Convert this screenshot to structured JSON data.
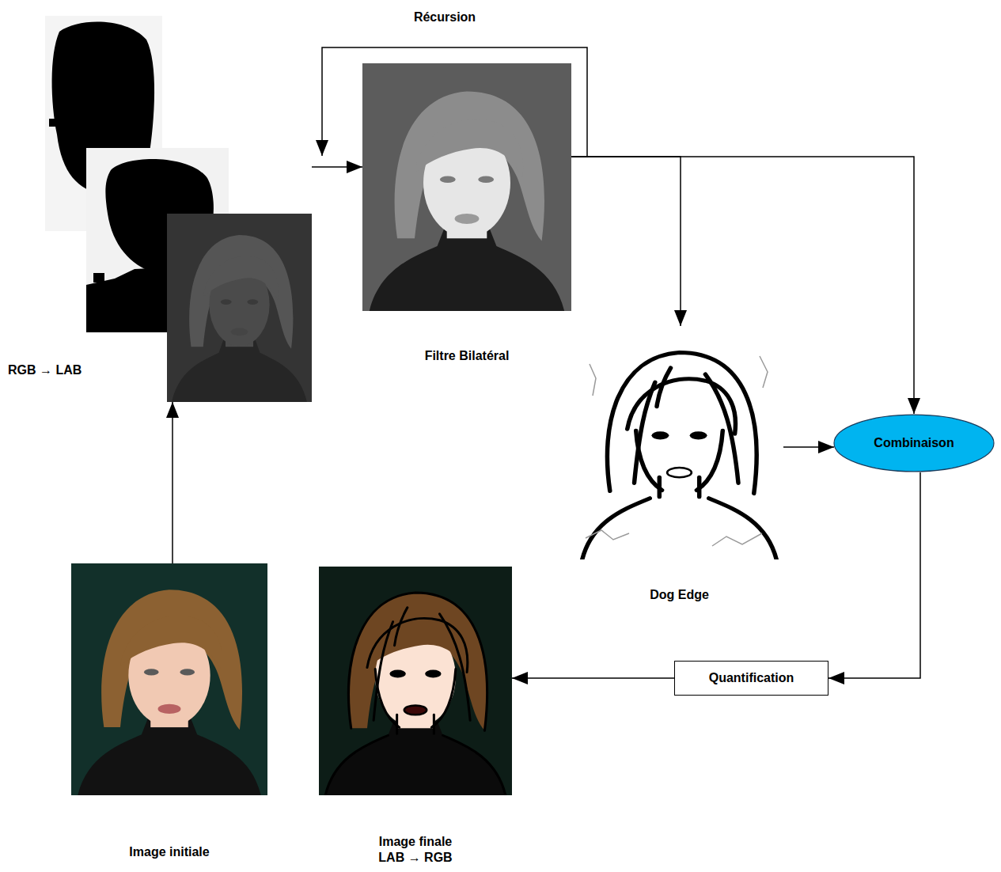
{
  "diagram": {
    "nodes": [
      {
        "text": [
          "RGB → LAB"
        ]
      },
      {
        "text": [
          "Filtre Bilatéral"
        ]
      },
      {
        "text": [
          "Dog Edge"
        ]
      },
      {
        "text": [
          "Combinaison"
        ]
      },
      {
        "text": [
          "Quantification"
        ]
      },
      {
        "text": [
          "Image initiale"
        ]
      },
      {
        "text": [
          "Image finale LAB → RGB"
        ]
      }
    ],
    "edges": [
      {
        "from": 0,
        "to": 1,
        "arrow": "to"
      },
      {
        "from": 1,
        "to": 1,
        "label": "Récursion",
        "arrow": "to"
      },
      {
        "from": 1,
        "to": 2,
        "arrow": "to"
      },
      {
        "from": 1,
        "to": 3,
        "arrow": "to"
      },
      {
        "from": 2,
        "to": 3,
        "arrow": "to"
      },
      {
        "from": 3,
        "to": 4,
        "arrow": "to"
      },
      {
        "from": 4,
        "to": 6,
        "arrow": "to"
      },
      {
        "from": 5,
        "to": 0,
        "arrow": "to"
      }
    ]
  }
}
